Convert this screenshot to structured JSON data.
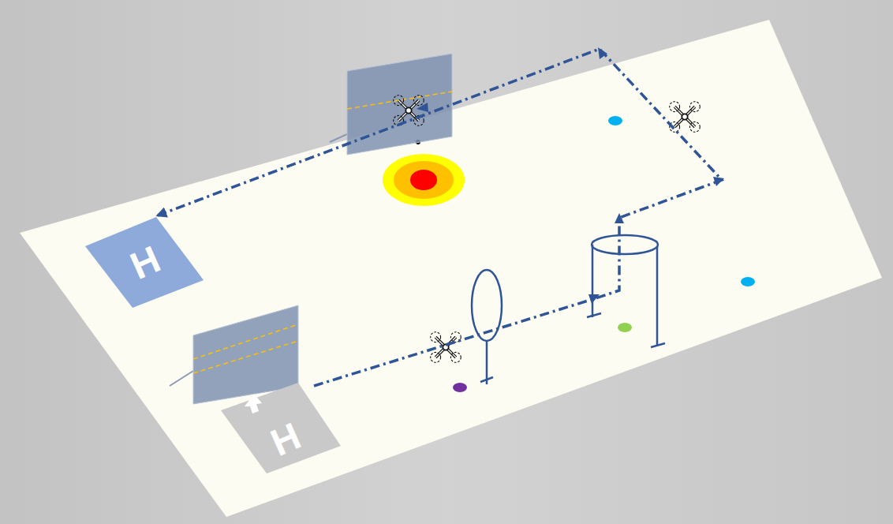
{
  "diagram": {
    "nodes": [
      {
        "text": [
          "H"
        ]
      },
      {
        "text": [
          "H"
        ]
      }
    ],
    "edges": [
      {
        "from": 1,
        "to": 0,
        "arrow": "to"
      }
    ]
  }
}
